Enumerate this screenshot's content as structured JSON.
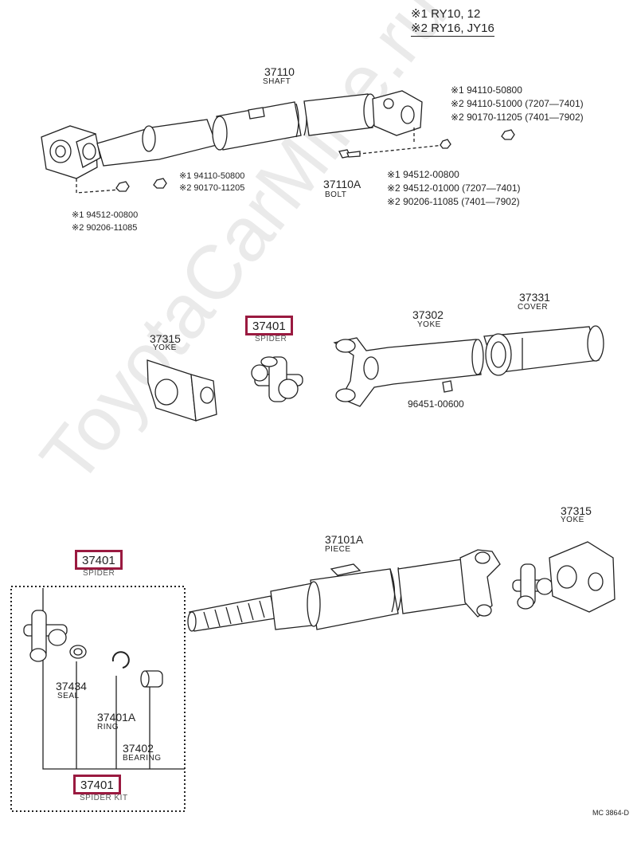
{
  "watermark": "ToyotaCarMine.ru",
  "applicability": [
    "※1 RY10, 12",
    "※2 RY16, JY16"
  ],
  "upper": {
    "shaft_num": "37110",
    "shaft_name": "SHAFT",
    "bolt_num": "37110A",
    "bolt_name": "BOLT",
    "right_bolts": [
      "※1 94110-50800",
      "※2 94110-51000  (7207—7401)",
      "※2 90170-11205  (7401—7902)"
    ],
    "mid_nuts": [
      "※1 94110-50800",
      "※2 90170-11205"
    ],
    "right_nuts": [
      "※1 94512-00800",
      "※2 94512-01000  (7207—7401)",
      "※2 90206-11085  (7401—7902)"
    ],
    "left_nuts": [
      "※1 94512-00800",
      "※2 90206-11085"
    ]
  },
  "middle": {
    "yoke_left_num": "37315",
    "yoke_left_name": "YOKE",
    "spider_num": "37401",
    "spider_name": "SPIDER",
    "yoke_right_num": "37302",
    "yoke_right_name": "YOKE",
    "cover_num": "37331",
    "cover_name": "COVER",
    "fitting_num": "96451-00600"
  },
  "lower": {
    "yoke_num": "37315",
    "yoke_name": "YOKE",
    "piece_num": "37101A",
    "piece_name": "PIECE",
    "spider_num": "37401",
    "spider_name": "SPIDER",
    "seal_num": "37434",
    "seal_name": "SEAL",
    "ring_num": "37401A",
    "ring_name": "RING",
    "bearing_num": "37402",
    "bearing_name": "BEARING",
    "kit_num": "37401",
    "kit_name": "SPIDER KIT"
  },
  "code": "MC 3864-D"
}
